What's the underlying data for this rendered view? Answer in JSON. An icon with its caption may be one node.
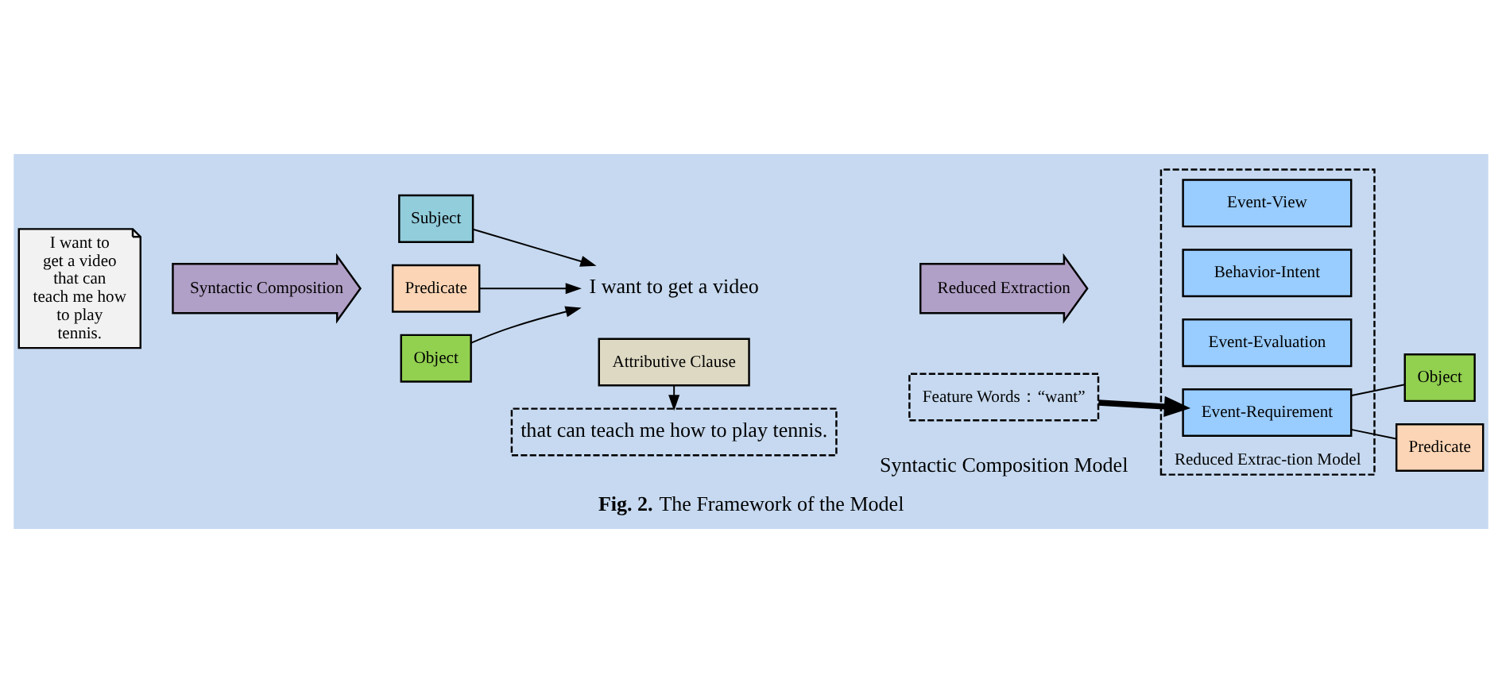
{
  "diagram": {
    "caption": "**Fig. 2.** The Framework of the Model",
    "nodes": [
      {
        "text": [
          "I want to get a video that can teach me how to play tennis."
        ]
      },
      {
        "text": [
          "Syntactic Composition"
        ]
      },
      {
        "text": [
          "Subject"
        ]
      },
      {
        "text": [
          "Predicate"
        ]
      },
      {
        "text": [
          "Object"
        ]
      },
      {
        "text": [
          "I want to get a video"
        ]
      },
      {
        "text": [
          "that can teach me how to play tennis."
        ]
      },
      {
        "text": [
          "Attributive Clause"
        ]
      },
      {
        "text": [
          "Reduced Extraction"
        ]
      },
      {
        "text": [
          "Feature Words：“want”"
        ]
      },
      {
        "text": [
          "Reduced Extrac-tion Model"
        ]
      },
      {
        "text": [
          "Event-View"
        ],
        "in": 10
      },
      {
        "text": [
          "Behavior-Intent"
        ],
        "in": 10
      },
      {
        "text": [
          "Event-Evaluation"
        ],
        "in": 10
      },
      {
        "text": [
          "Event-Requirement"
        ],
        "in": 10
      },
      {
        "text": [
          "Object"
        ]
      },
      {
        "text": [
          "Predicate"
        ]
      }
    ],
    "edges": [
      {
        "from": 2,
        "to": 5,
        "arrow": "to"
      },
      {
        "from": 3,
        "to": 5,
        "arrow": "to"
      },
      {
        "from": 4,
        "to": 5,
        "arrow": "to"
      },
      {
        "from": 7,
        "to": 6,
        "arrow": "to"
      },
      {
        "from": 9,
        "to": 14,
        "arrow": "to",
        "style": "thick"
      },
      {
        "from": 14,
        "to": 15,
        "arrow": "none"
      },
      {
        "from": 14,
        "to": 16,
        "arrow": "none"
      }
    ],
    "labels": [
      "Syntactic Composition Model"
    ]
  }
}
